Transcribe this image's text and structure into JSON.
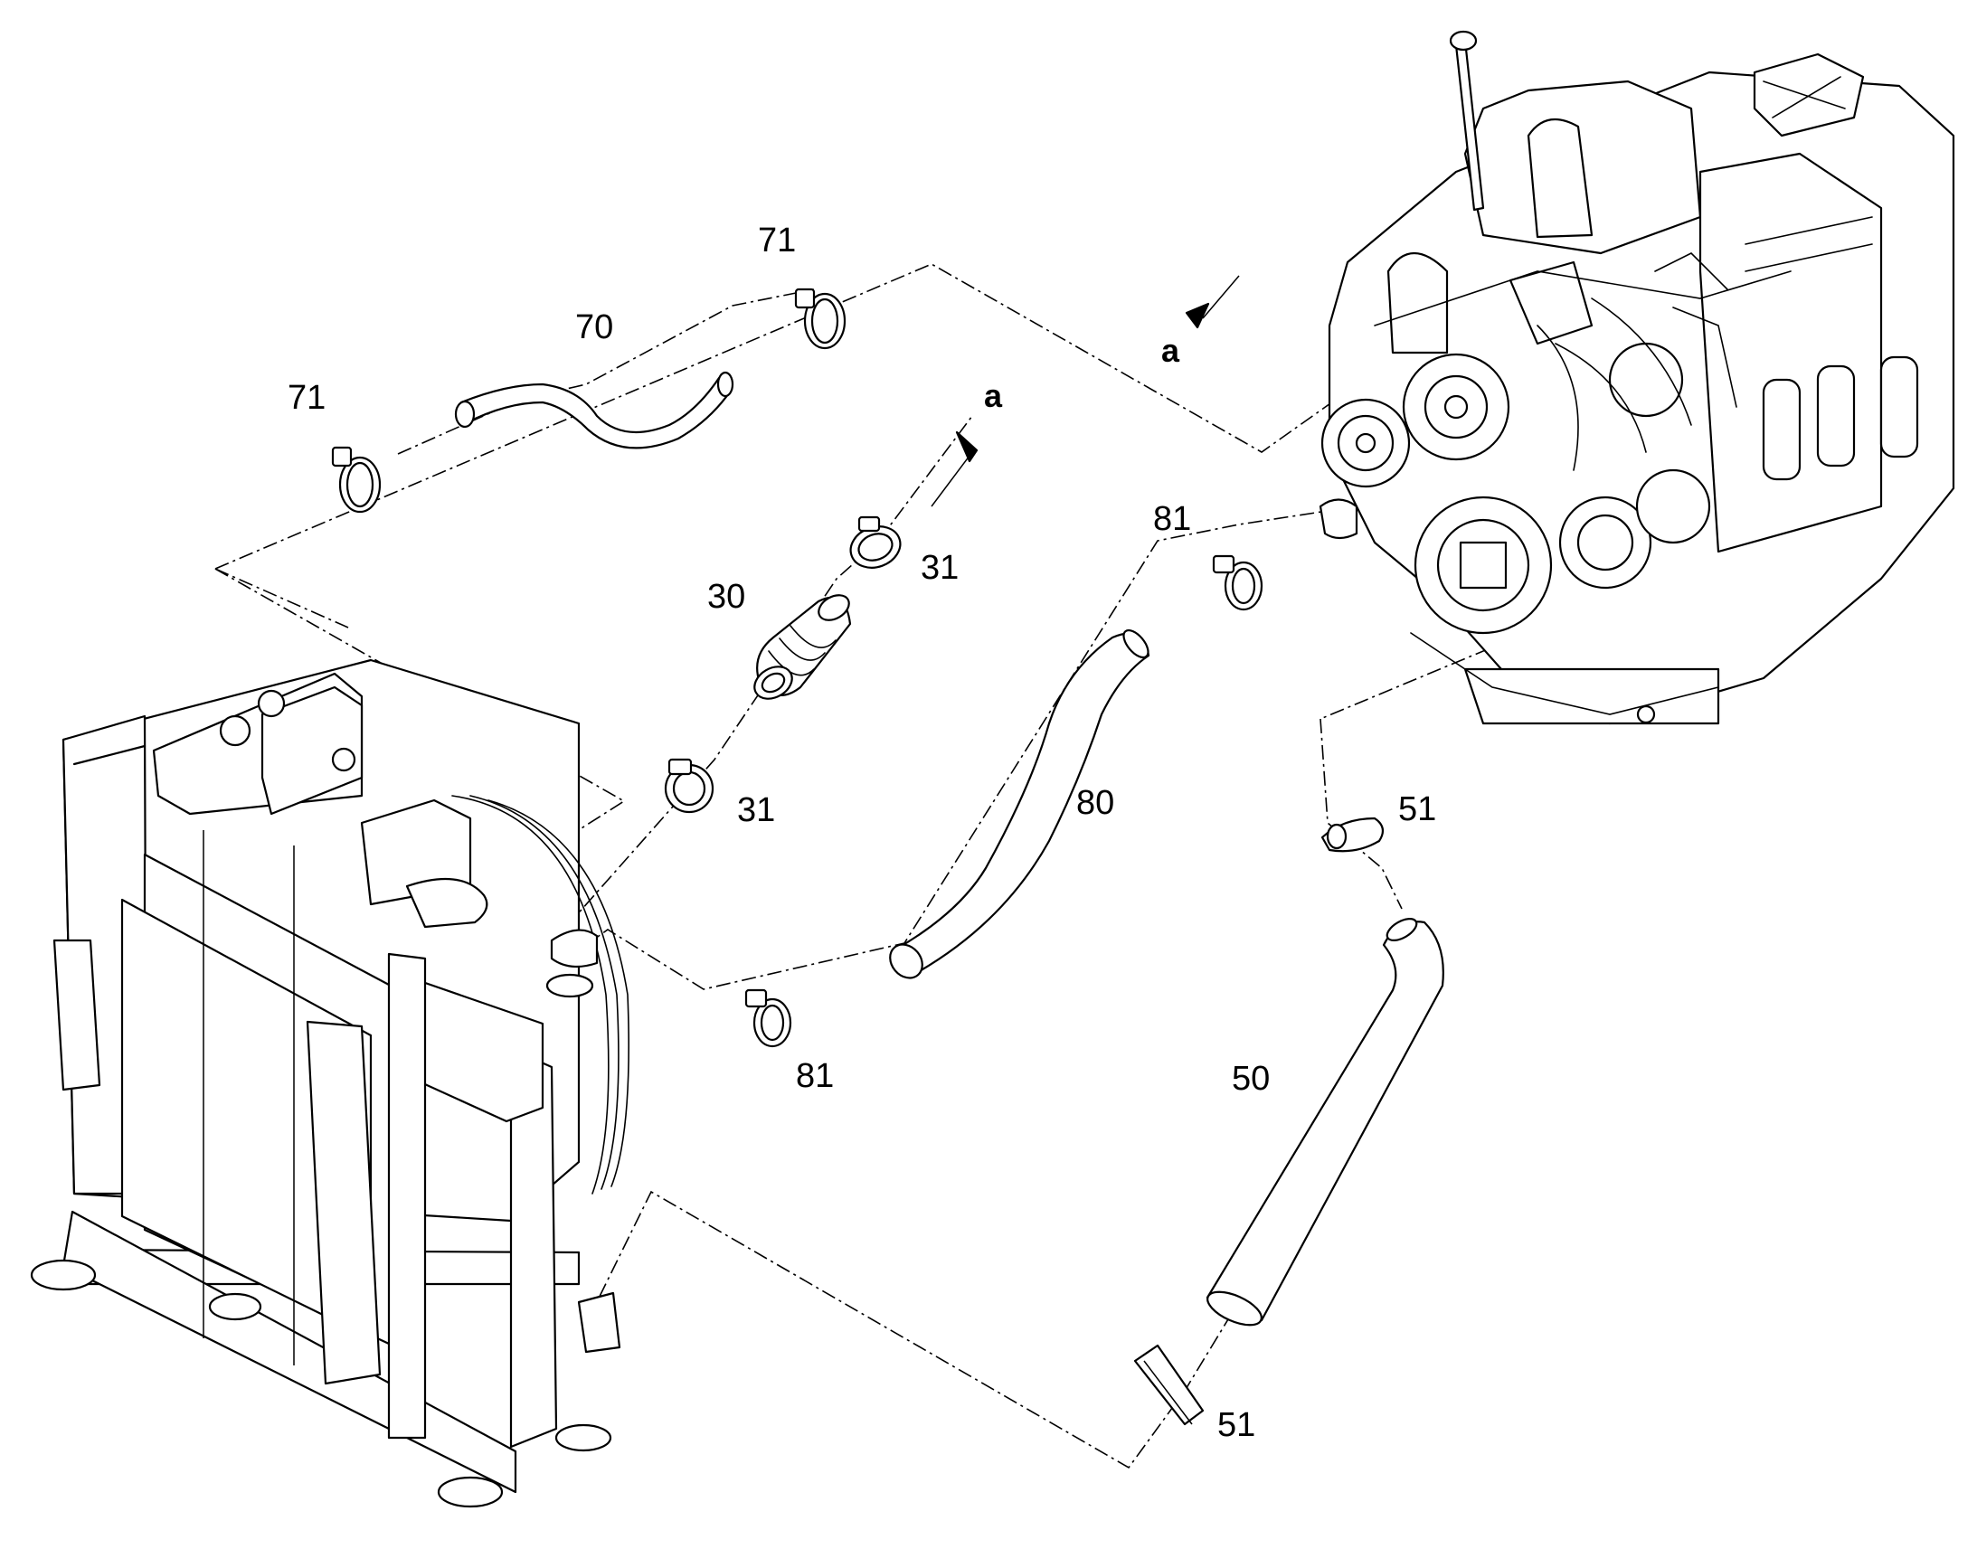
{
  "diagram": {
    "colors": {
      "line": "#000000",
      "background": "#ffffff"
    },
    "callouts": {
      "hose_70": "70",
      "clamp_71_top": "71",
      "clamp_71_left": "71",
      "hose_30": "30",
      "clamp_31_upper": "31",
      "clamp_31_lower": "31",
      "hose_80": "80",
      "clamp_81_upper": "81",
      "clamp_81_lower": "81",
      "hose_50": "50",
      "clamp_51_upper": "51",
      "clamp_51_lower": "51",
      "ref_a_upper": "a",
      "ref_a_engine": "a"
    }
  }
}
